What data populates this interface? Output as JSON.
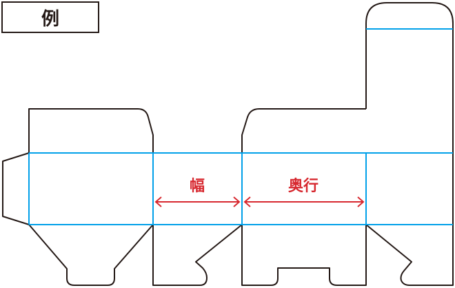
{
  "legend": {
    "label": "例"
  },
  "dimensions": {
    "width_label": "幅",
    "depth_label": "奥行"
  },
  "colors": {
    "cut_line": "#231815",
    "fold_line": "#00a0e9",
    "dimension": "#d7282f"
  }
}
